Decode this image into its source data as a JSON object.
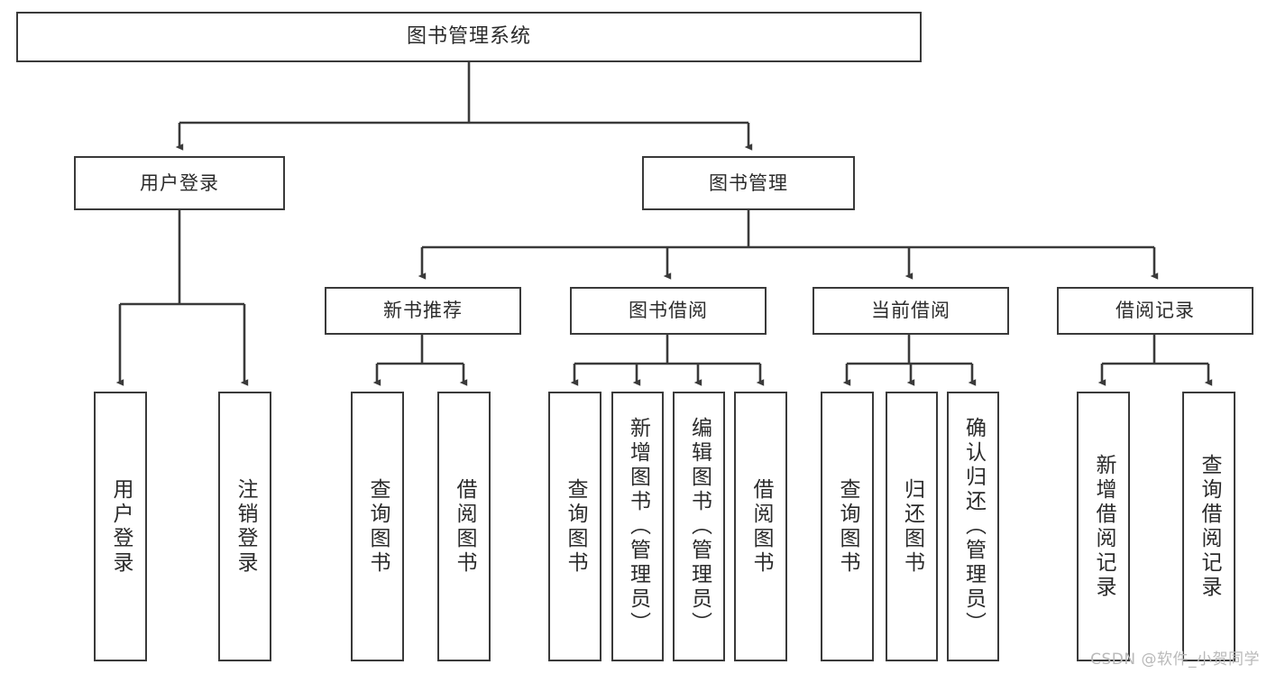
{
  "diagram": {
    "type": "tree",
    "title": "图书管理系统",
    "orientation": "top-down",
    "edge_color": "#3a3a3a",
    "node_border_color": "#3a3a3a",
    "node_fill_color": "#ffffff",
    "text_color": "#2b2b2b"
  },
  "nodes": {
    "root": {
      "label": "图书管理系统",
      "level": 1
    },
    "l2": [
      {
        "id": "user-login",
        "label": "用户登录",
        "level": 2
      },
      {
        "id": "book-manage",
        "label": "图书管理",
        "level": 2
      }
    ],
    "l3": [
      {
        "id": "new-book-recommend",
        "label": "新书推荐",
        "level": 3,
        "parent": "book-manage"
      },
      {
        "id": "book-borrow",
        "label": "图书借阅",
        "level": 3,
        "parent": "book-manage"
      },
      {
        "id": "current-borrow",
        "label": "当前借阅",
        "level": 3,
        "parent": "book-manage"
      },
      {
        "id": "borrow-record",
        "label": "借阅记录",
        "level": 3,
        "parent": "book-manage"
      }
    ],
    "leaves": [
      {
        "id": "leaf-user-login",
        "label": "用户登录",
        "parent": "user-login"
      },
      {
        "id": "leaf-logout-login",
        "label": "注销登录",
        "parent": "user-login"
      },
      {
        "id": "leaf-query-book-1",
        "label": "查询图书",
        "parent": "new-book-recommend"
      },
      {
        "id": "leaf-borrow-book-1",
        "label": "借阅图书",
        "parent": "new-book-recommend"
      },
      {
        "id": "leaf-query-book-2",
        "label": "查询图书",
        "parent": "book-borrow"
      },
      {
        "id": "leaf-add-book",
        "label": "新增图书（管理员）",
        "parent": "book-borrow"
      },
      {
        "id": "leaf-edit-book",
        "label": "编辑图书（管理员）",
        "parent": "book-borrow"
      },
      {
        "id": "leaf-borrow-book-2",
        "label": "借阅图书",
        "parent": "book-borrow"
      },
      {
        "id": "leaf-query-book-3",
        "label": "查询图书",
        "parent": "current-borrow"
      },
      {
        "id": "leaf-return-book",
        "label": "归还图书",
        "parent": "current-borrow"
      },
      {
        "id": "leaf-confirm-return",
        "label": "确认归还（管理员）",
        "parent": "current-borrow"
      },
      {
        "id": "leaf-add-record",
        "label": "新增借阅记录",
        "parent": "borrow-record"
      },
      {
        "id": "leaf-query-record",
        "label": "查询借阅记录",
        "parent": "borrow-record"
      }
    ]
  },
  "watermark": {
    "text": "CSDN @软件_小贺同学"
  }
}
